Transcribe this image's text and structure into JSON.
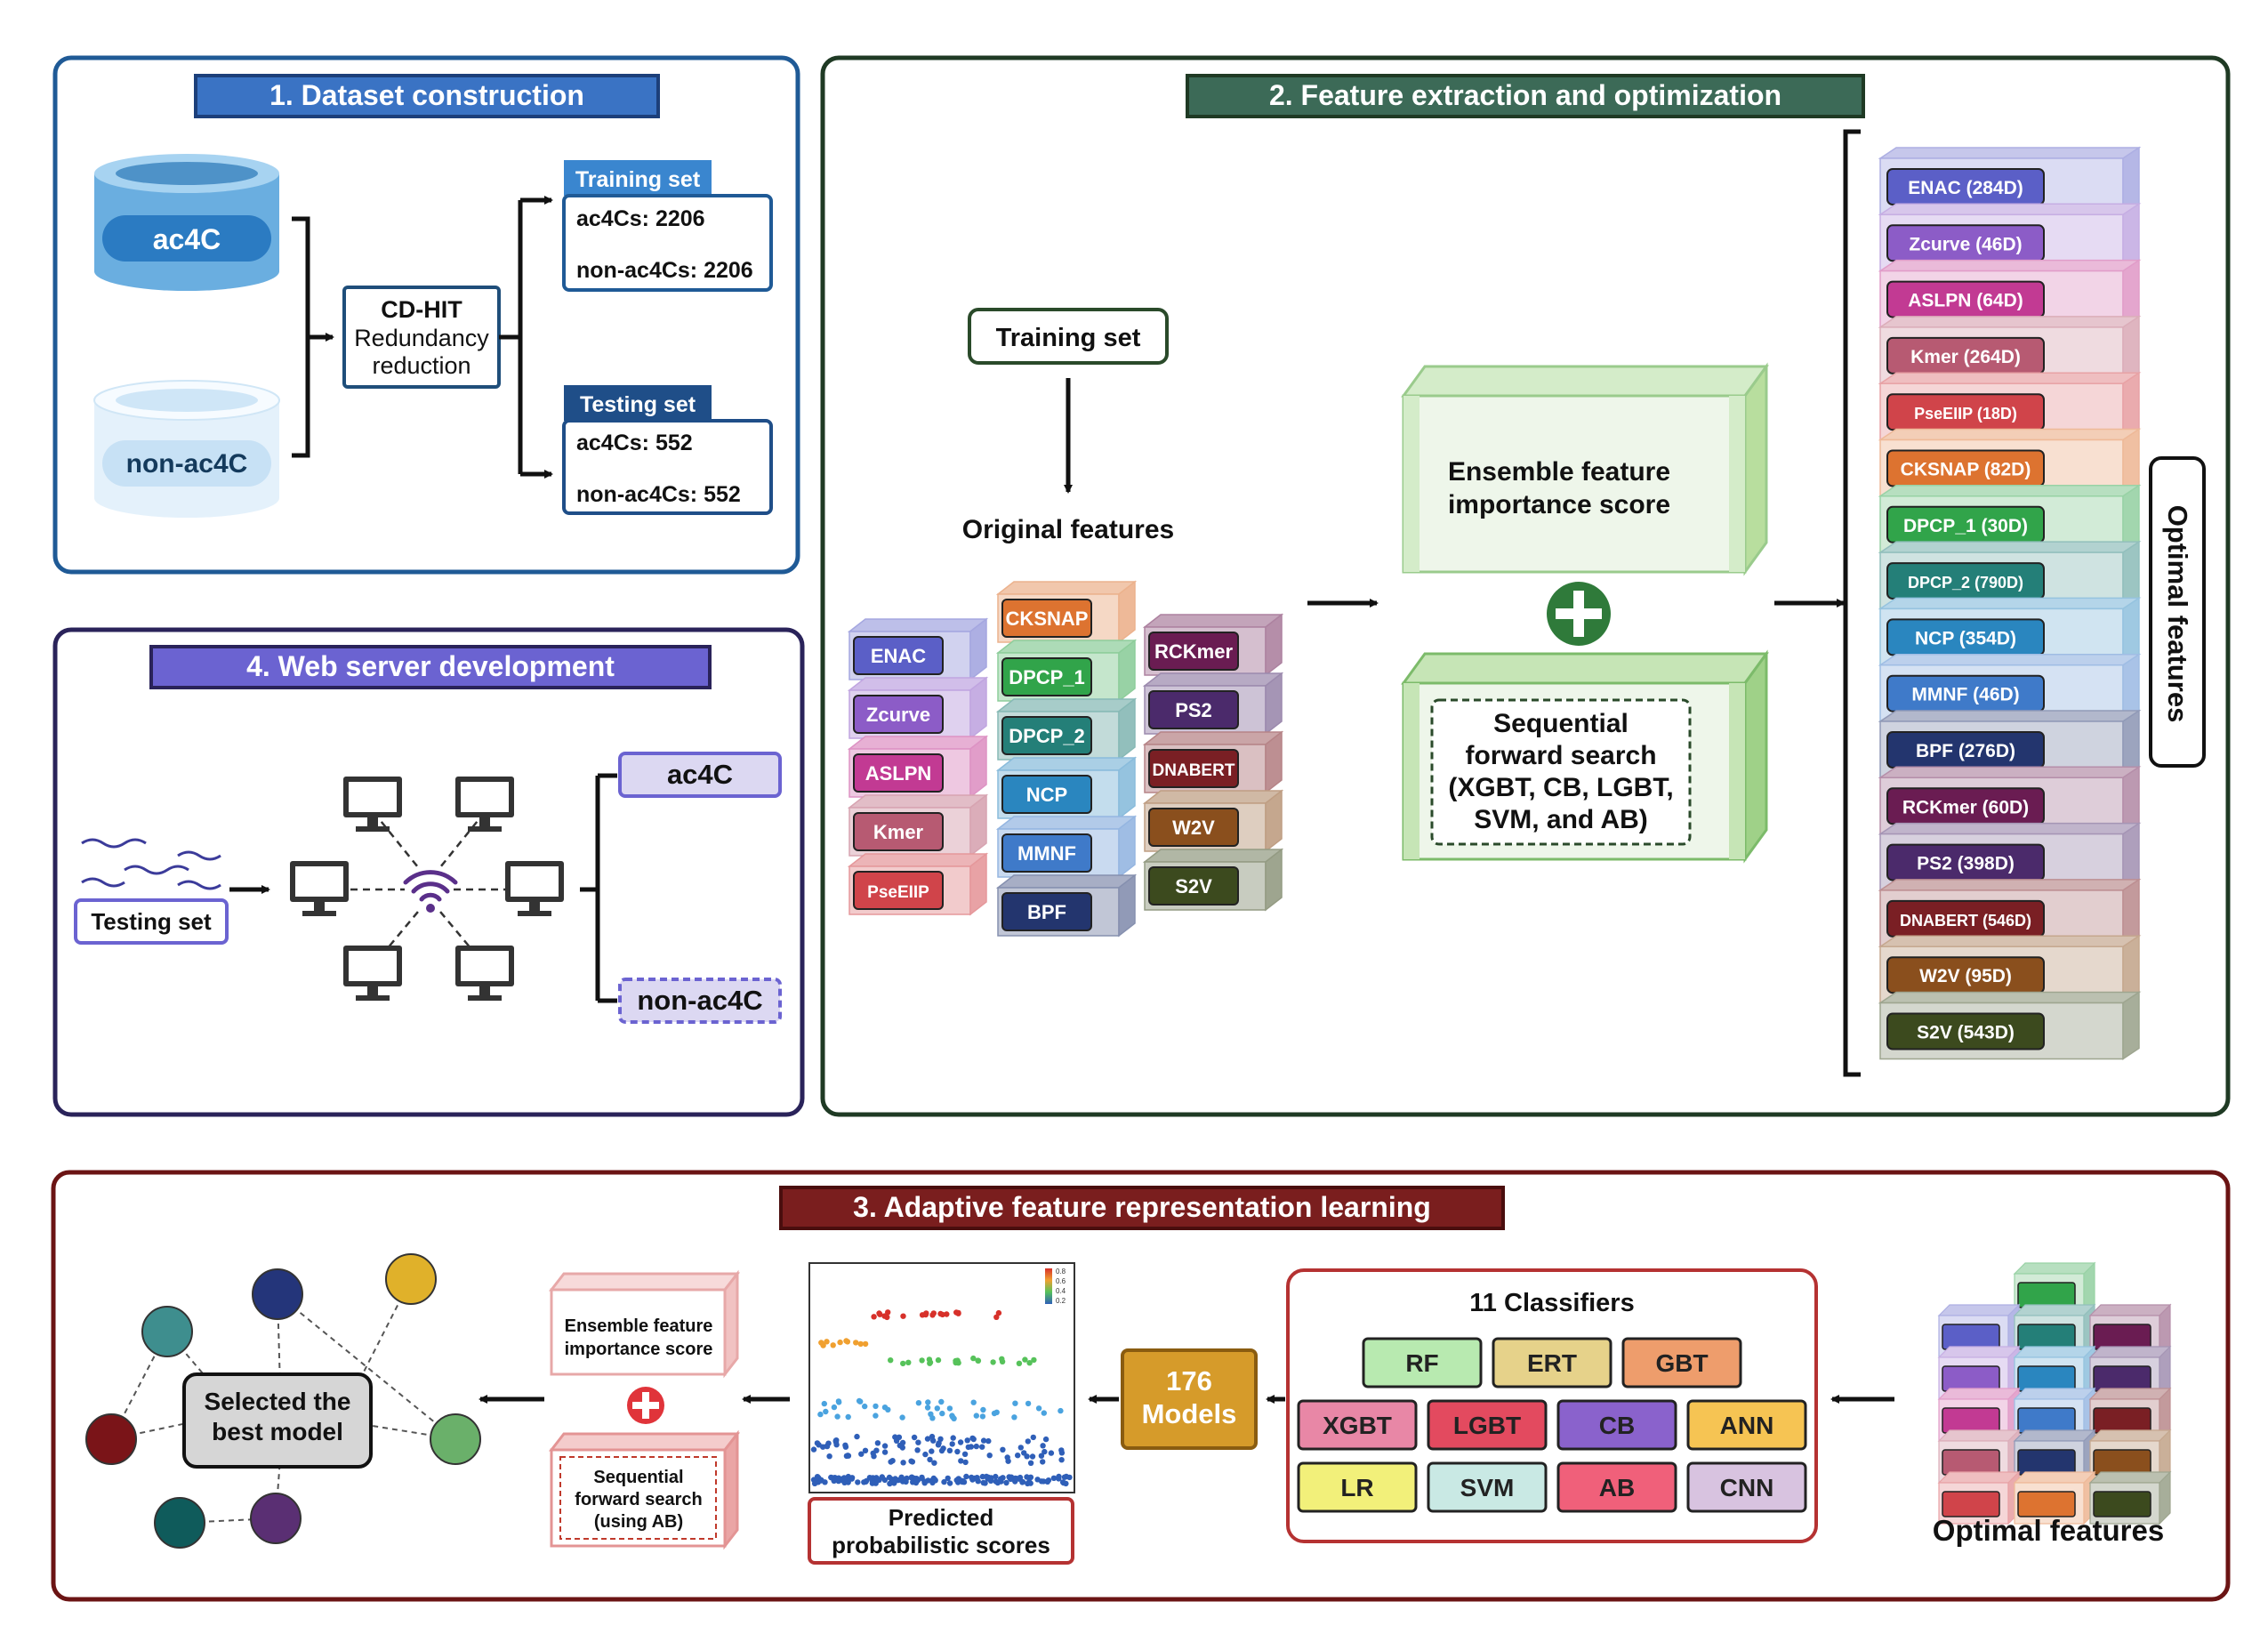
{
  "panel1": {
    "header": "1.    Dataset construction",
    "db_pos": "ac4C",
    "db_neg": "non-ac4C",
    "cdhit_line1": "CD-HIT",
    "cdhit_line2": "Redundancy",
    "cdhit_line3": "reduction",
    "train_tag": "Training set",
    "train_pos": "ac4Cs: 2206",
    "train_neg": "non-ac4Cs: 2206",
    "test_tag": "Testing set",
    "test_pos": "ac4Cs: 552",
    "test_neg": "non-ac4Cs: 552"
  },
  "panel2": {
    "header": "2.    Feature extraction and optimization",
    "training_box": "Training set",
    "original_features": "Original features",
    "col1": [
      {
        "label": "ENAC",
        "color": "#5b5fc7"
      },
      {
        "label": "Zcurve",
        "color": "#8c5cc7"
      },
      {
        "label": "ASLPN",
        "color": "#c23a93"
      },
      {
        "label": "Kmer",
        "color": "#b75a72"
      },
      {
        "label": "PseEIIP",
        "color": "#d0444a"
      }
    ],
    "col2": [
      {
        "label": "CKSNAP",
        "color": "#dd7330"
      },
      {
        "label": "DPCP_1",
        "color": "#31a44a"
      },
      {
        "label": "DPCP_2",
        "color": "#247f78"
      },
      {
        "label": "NCP",
        "color": "#2a86bf"
      },
      {
        "label": "MMNF",
        "color": "#3f7ac9"
      },
      {
        "label": "BPF",
        "color": "#23356e"
      }
    ],
    "col3": [
      {
        "label": "RCKmer",
        "color": "#6a1c52"
      },
      {
        "label": "PS2",
        "color": "#4b2a6b"
      },
      {
        "label": "DNABERT",
        "color": "#7a1f24"
      },
      {
        "label": "W2V",
        "color": "#8a4f1d"
      },
      {
        "label": "S2V",
        "color": "#3c4a1e"
      }
    ],
    "efis_line1": "Ensemble feature",
    "efis_line2": "importance score",
    "sfs_line1": "Sequential",
    "sfs_line2": "forward search",
    "sfs_line3": "(XGBT, CB, LGBT,",
    "sfs_line4": "SVM, and AB)",
    "optimal_label": "Optimal features",
    "optimal": [
      {
        "label": "ENAC (284D)",
        "color": "#5b5fc7"
      },
      {
        "label": "Zcurve (46D)",
        "color": "#8c5cc7"
      },
      {
        "label": "ASLPN (64D)",
        "color": "#c23a93"
      },
      {
        "label": "Kmer (264D)",
        "color": "#b75a72"
      },
      {
        "label": "PseEIIP (18D)",
        "color": "#d0444a"
      },
      {
        "label": "CKSNAP (82D)",
        "color": "#dd7330"
      },
      {
        "label": "DPCP_1 (30D)",
        "color": "#31a44a"
      },
      {
        "label": "DPCP_2 (790D)",
        "color": "#247f78"
      },
      {
        "label": "NCP (354D)",
        "color": "#2a86bf"
      },
      {
        "label": "MMNF (46D)",
        "color": "#3f7ac9"
      },
      {
        "label": "BPF (276D)",
        "color": "#23356e"
      },
      {
        "label": "RCKmer (60D)",
        "color": "#6a1c52"
      },
      {
        "label": "PS2 (398D)",
        "color": "#4b2a6b"
      },
      {
        "label": "DNABERT (546D)",
        "color": "#7a1f24"
      },
      {
        "label": "W2V (95D)",
        "color": "#8a4f1d"
      },
      {
        "label": "S2V (543D)",
        "color": "#3c4a1e"
      }
    ]
  },
  "panel3": {
    "header": "3.    Adaptive feature representation learning",
    "selected_line1": "Selected the",
    "selected_line2": "best model",
    "efis_line1": "Ensemble feature",
    "efis_line2": "importance score",
    "sfs_line1": "Sequential",
    "sfs_line2": "forward search",
    "sfs_line3": "(using AB)",
    "scores_line1": "Predicted",
    "scores_line2": "probabilistic scores",
    "legend_ticks": [
      "0.8",
      "0.6",
      "0.4",
      "0.2"
    ],
    "models_line1": "176",
    "models_line2": "Models",
    "classifiers_title": "11 Classifiers",
    "classifiers": [
      {
        "label": "RF",
        "color": "#b8eab0"
      },
      {
        "label": "ERT",
        "color": "#e6d28a"
      },
      {
        "label": "GBT",
        "color": "#ee9d6c"
      },
      {
        "label": "XGBT",
        "color": "#e887a6"
      },
      {
        "label": "LGBT",
        "color": "#e34a5f"
      },
      {
        "label": "CB",
        "color": "#8a62cc"
      },
      {
        "label": "ANN",
        "color": "#f6c453"
      },
      {
        "label": "LR",
        "color": "#f2f07a"
      },
      {
        "label": "SVM",
        "color": "#c9e9e4"
      },
      {
        "label": "AB",
        "color": "#f0607a"
      },
      {
        "label": "CNN",
        "color": "#d8c3e0"
      }
    ],
    "optimal_label": "Optimal features",
    "network_colors": [
      "#3e8e8e",
      "#24357a",
      "#e0b12a",
      "#7a1418",
      "#6ab06a",
      "#0f5b5b",
      "#5a2f73"
    ]
  },
  "panel4": {
    "header": "4.    Web server development",
    "testing": "Testing set",
    "out_pos": "ac4C",
    "out_neg": "non-ac4C"
  }
}
